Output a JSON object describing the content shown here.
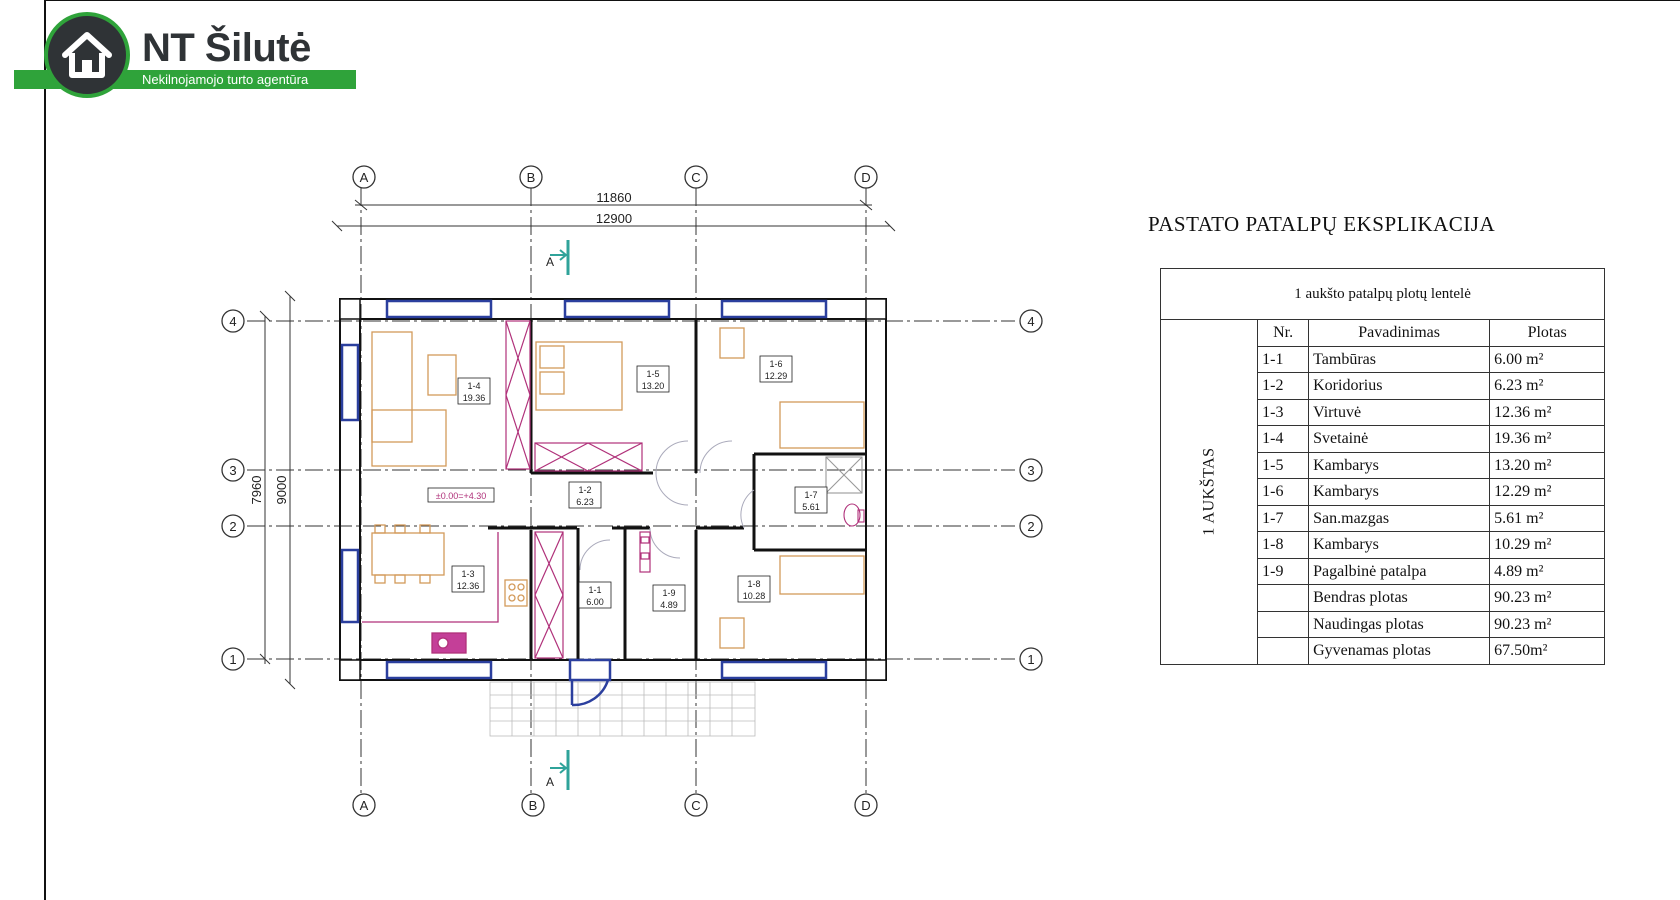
{
  "logo": {
    "name": "NT Šilutė",
    "subtitle": "Nekilnojamojo turto agentūra",
    "icon": "house-icon",
    "colors": {
      "accent": "#2fa33a",
      "dark": "#2f3336"
    }
  },
  "plan": {
    "axes_letters": [
      "A",
      "B",
      "C",
      "D"
    ],
    "axes_numbers": [
      "4",
      "3",
      "2",
      "1"
    ],
    "dims": {
      "inner_width": "11860",
      "outer_width": "12900",
      "inner_depth": "7960",
      "outer_depth": "9000"
    },
    "section_mark": "A",
    "level_label": "±0.00=+4.30",
    "rooms": [
      {
        "id": "1-1",
        "area": "6.00"
      },
      {
        "id": "1-2",
        "area": "6.23"
      },
      {
        "id": "1-3",
        "area": "12.36"
      },
      {
        "id": "1-4",
        "area": "19.36"
      },
      {
        "id": "1-5",
        "area": "13.20"
      },
      {
        "id": "1-6",
        "area": "12.29"
      },
      {
        "id": "1-7",
        "area": "5.61"
      },
      {
        "id": "1-8",
        "area": "10.28"
      },
      {
        "id": "1-9",
        "area": "4.89"
      }
    ],
    "colors": {
      "wall": "#111111",
      "window": "#2b3f9e",
      "furniture": "#d39a5a",
      "fixture": "#b0317a",
      "door": "#7a9fc0",
      "stair": "#2fa39a"
    }
  },
  "explication": {
    "title": "PASTATO PATALPŲ EKSPLIKACIJA",
    "caption": "1 aukšto patalpų plotų lentelė",
    "floor_label": "1 AUKŠTAS",
    "headers": {
      "nr": "Nr.",
      "name": "Pavadinimas",
      "area": "Plotas"
    },
    "rows": [
      {
        "nr": "1-1",
        "name": "Tambūras",
        "area": "6.00 m²"
      },
      {
        "nr": "1-2",
        "name": "Koridorius",
        "area": "6.23 m²"
      },
      {
        "nr": "1-3",
        "name": "Virtuvė",
        "area": "12.36 m²"
      },
      {
        "nr": "1-4",
        "name": "Svetainė",
        "area": "19.36 m²"
      },
      {
        "nr": "1-5",
        "name": "Kambarys",
        "area": "13.20 m²"
      },
      {
        "nr": "1-6",
        "name": "Kambarys",
        "area": "12.29 m²"
      },
      {
        "nr": "1-7",
        "name": "San.mazgas",
        "area": "5.61 m²"
      },
      {
        "nr": "1-8",
        "name": "Kambarys",
        "area": "10.29 m²"
      },
      {
        "nr": "1-9",
        "name": "Pagalbinė patalpa",
        "area": "4.89 m²"
      }
    ],
    "totals": [
      {
        "name": "Bendras plotas",
        "area": "90.23 m²"
      },
      {
        "name": "Naudingas plotas",
        "area": "90.23 m²"
      },
      {
        "name": "Gyvenamas plotas",
        "area": "67.50m²"
      }
    ]
  }
}
